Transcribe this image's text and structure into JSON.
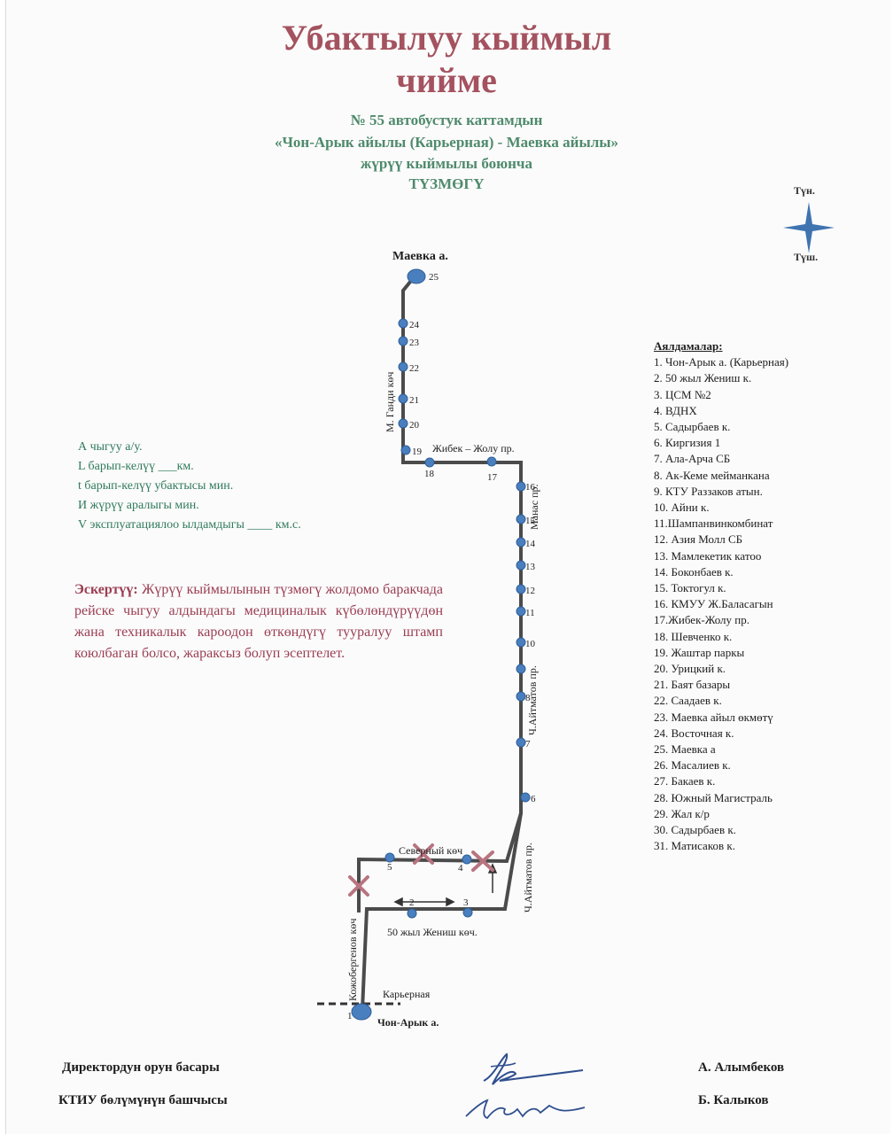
{
  "header": {
    "title_line1": "Убактылуу кыймыл",
    "title_line2": "чийме",
    "route_line": "№ 55  автобустук каттамдын",
    "route_name": "«Чон-Арык айылы (Карьерная) - Маевка айылы»",
    "route_desc": "жүрүү кыймылы боюнча",
    "scheme_word": "ТҮЗМӨГҮ"
  },
  "compass": {
    "north": "Түн.",
    "south": "Түш."
  },
  "map": {
    "top_terminal": "Маевка а.",
    "bottom_terminal": "Чон-Арык а.",
    "karernaya": "Карьерная",
    "streets": {
      "gandi": "М. Ганди көч",
      "jibek": "Жибек – Жолу пр.",
      "manas": "Манас пр.",
      "aitmatov": "Ч.Айтматов пр.",
      "aitmatov2": "Ч.Айтматов пр.",
      "severnaya": "Северный көч",
      "jenish": "50 жыл Жениш көч.",
      "kojo": "Кожобергенов көч"
    },
    "stop_numbers": [
      "1",
      "2",
      "3",
      "4",
      "5",
      "6",
      "7",
      "8",
      "10",
      "11",
      "12",
      "13",
      "14",
      "15",
      "16",
      "17",
      "18",
      "19",
      "20",
      "21",
      "22",
      "23",
      "24",
      "25"
    ]
  },
  "parameters": {
    "line1": "А чыгуу  а/у.",
    "line2": "L барып-келүү  ___км.",
    "line3": "t барып-келүү убактысы      мин.",
    "line4": "И жүрүү аралыгы       мин.",
    "line5": "V эксплуатациялоо ылдамдыгы ____ км.с."
  },
  "note": {
    "head": "Эскертүү:",
    "text": " Жүрүү кыймылынын түзмөгү жолдомо баракчада рейске чыгуу алдындагы медициналык күбөлөндүрүүдөн жана техникалык кароодон өткөндүгү тууралуу штамп коюлбаган болсо, жараксыз болуп эсептелет."
  },
  "legend": {
    "heading": "Аялдамалар:",
    "items": [
      "1. Чон-Арык а. (Карьерная)",
      "2. 50 жыл Жениш к.",
      "3. ЦСМ №2",
      "4. ВДНХ",
      "5. Садырбаев к.",
      "6. Киргизия 1",
      "7. Ала-Арча СБ",
      "8. Ак-Кеме мейманкана",
      "9. КТУ Раззаков атын.",
      "10. Айни к.",
      "11.Шампанвинкомбинат",
      "12. Азия Молл СБ",
      "13. Мамлекетик катоо",
      "14. Боконбаев к.",
      "15. Токтогул к.",
      "16. КМУУ Ж.Баласагын",
      "17.Жибек-Жолу пр.",
      "18. Шевченко к.",
      "19. Жаштар паркы",
      "20. Урицкий к.",
      "21. Баят базары",
      "22. Саадаев к.",
      "23. Маевка айыл өкмөтү",
      "24. Восточная к.",
      "25. Маевка а",
      "26. Масалиев к.",
      "27. Бакаев к.",
      "28. Южный Магистраль",
      "29. Жал к/р",
      "30. Садырбаев к.",
      "31. Матисаков к."
    ]
  },
  "footer": {
    "left1": "Директордун орун басары",
    "left2": "КТИУ  бөлүмүнүн башчысы",
    "right1": "А. Алымбеков",
    "right2": "Б. Калыков"
  },
  "colors": {
    "title": "#a4525f",
    "green": "#4f8a6c",
    "stop": "#4a7fbf",
    "cross": "#b87480",
    "compass": "#3f74b0"
  }
}
